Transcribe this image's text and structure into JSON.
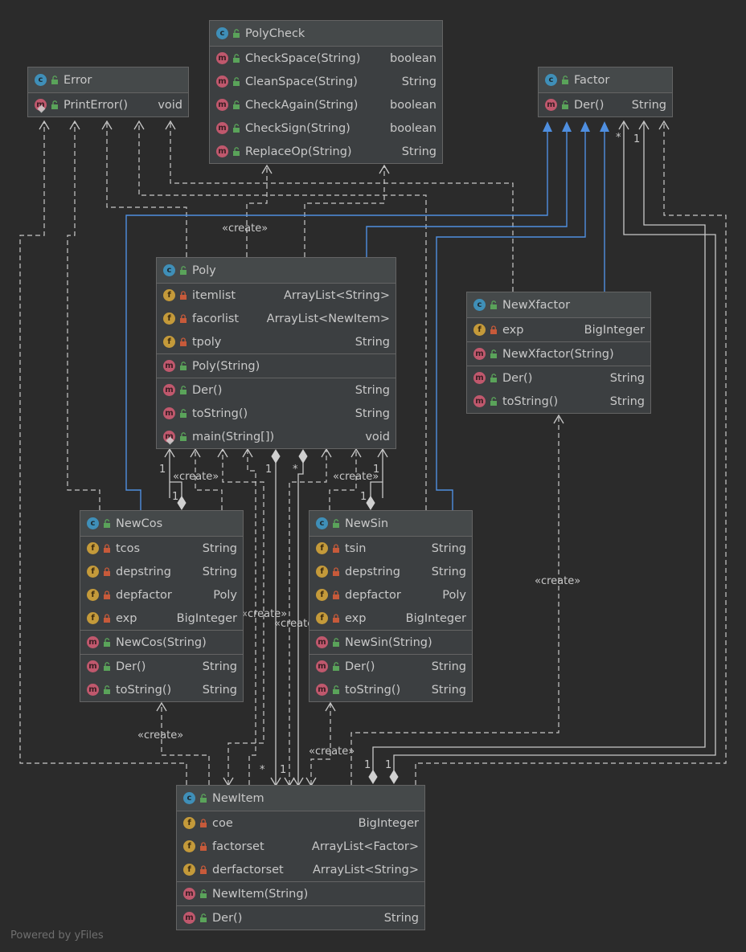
{
  "classes": {
    "polycheck": {
      "name": "PolyCheck",
      "methods": [
        {
          "name": "CheckSpace(String)",
          "type": "boolean"
        },
        {
          "name": "CleanSpace(String)",
          "type": "String"
        },
        {
          "name": "CheckAgain(String)",
          "type": "boolean"
        },
        {
          "name": "CheckSign(String)",
          "type": "boolean"
        },
        {
          "name": "ReplaceOp(String)",
          "type": "String"
        }
      ]
    },
    "error": {
      "name": "Error",
      "methods": [
        {
          "name": "PrintError()",
          "type": "void"
        }
      ]
    },
    "factor": {
      "name": "Factor",
      "methods": [
        {
          "name": "Der()",
          "type": "String"
        }
      ]
    },
    "poly": {
      "name": "Poly",
      "fields": [
        {
          "name": "itemlist",
          "type": "ArrayList<String>"
        },
        {
          "name": "facorlist",
          "type": "ArrayList<NewItem>"
        },
        {
          "name": "tpoly",
          "type": "String"
        }
      ],
      "constructors": [
        {
          "name": "Poly(String)",
          "type": ""
        }
      ],
      "methods": [
        {
          "name": "Der()",
          "type": "String"
        },
        {
          "name": "toString()",
          "type": "String"
        },
        {
          "name": "main(String[])",
          "type": "void"
        }
      ]
    },
    "newxfactor": {
      "name": "NewXfactor",
      "fields": [
        {
          "name": "exp",
          "type": "BigInteger"
        }
      ],
      "constructors": [
        {
          "name": "NewXfactor(String)",
          "type": ""
        }
      ],
      "methods": [
        {
          "name": "Der()",
          "type": "String"
        },
        {
          "name": "toString()",
          "type": "String"
        }
      ]
    },
    "newcos": {
      "name": "NewCos",
      "fields": [
        {
          "name": "tcos",
          "type": "String"
        },
        {
          "name": "depstring",
          "type": "String"
        },
        {
          "name": "depfactor",
          "type": "Poly"
        },
        {
          "name": "exp",
          "type": "BigInteger"
        }
      ],
      "constructors": [
        {
          "name": "NewCos(String)",
          "type": ""
        }
      ],
      "methods": [
        {
          "name": "Der()",
          "type": "String"
        },
        {
          "name": "toString()",
          "type": "String"
        }
      ]
    },
    "newsin": {
      "name": "NewSin",
      "fields": [
        {
          "name": "tsin",
          "type": "String"
        },
        {
          "name": "depstring",
          "type": "String"
        },
        {
          "name": "depfactor",
          "type": "Poly"
        },
        {
          "name": "exp",
          "type": "BigInteger"
        }
      ],
      "constructors": [
        {
          "name": "NewSin(String)",
          "type": ""
        }
      ],
      "methods": [
        {
          "name": "Der()",
          "type": "String"
        },
        {
          "name": "toString()",
          "type": "String"
        }
      ]
    },
    "newitem": {
      "name": "NewItem",
      "fields": [
        {
          "name": "coe",
          "type": "BigInteger"
        },
        {
          "name": "factorset",
          "type": "ArrayList<Factor>"
        },
        {
          "name": "derfactorset",
          "type": "ArrayList<String>"
        }
      ],
      "constructors": [
        {
          "name": "NewItem(String)",
          "type": ""
        }
      ],
      "methods": [
        {
          "name": "Der()",
          "type": "String"
        }
      ]
    }
  },
  "edge_labels": {
    "create": "«create»",
    "one": "1",
    "many": "*"
  },
  "footer": "Powered by yFiles",
  "colors": {
    "background": "#2b2b2b",
    "class_fill": "#3c3f41",
    "header_fill": "#45494a",
    "dependency": "#c8c8c8",
    "inheritance": "#4f8fe0"
  },
  "icons": {
    "class": "class-c-icon",
    "method": "method-m-icon",
    "field": "field-f-icon",
    "visibility_public": "unlock-icon",
    "visibility_private": "lock-icon"
  }
}
